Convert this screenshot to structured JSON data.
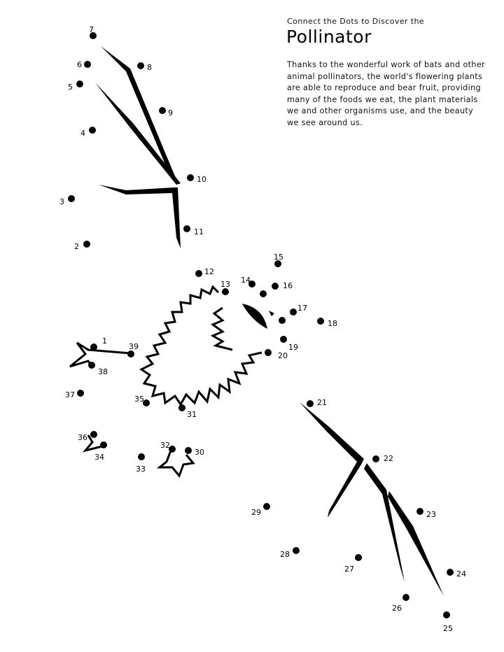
{
  "header": {
    "subtitle": "Connect the Dots to Discover the",
    "title": "Pollinator"
  },
  "blurb": "Thanks to the wonderful work of bats and other animal pollinators, the world's flowering plants are able to reproduce and bear fruit, providing many of the foods we eat, the plant materials we and other organisms use, and the beauty we see around us.",
  "dots": [
    {
      "n": "1"
    },
    {
      "n": "2"
    },
    {
      "n": "3"
    },
    {
      "n": "4"
    },
    {
      "n": "5"
    },
    {
      "n": "6"
    },
    {
      "n": "7"
    },
    {
      "n": "8"
    },
    {
      "n": "9"
    },
    {
      "n": "10"
    },
    {
      "n": "11"
    },
    {
      "n": "12"
    },
    {
      "n": "13"
    },
    {
      "n": "14"
    },
    {
      "n": "15"
    },
    {
      "n": "16"
    },
    {
      "n": "17"
    },
    {
      "n": "18"
    },
    {
      "n": "19"
    },
    {
      "n": "20"
    },
    {
      "n": "21"
    },
    {
      "n": "22"
    },
    {
      "n": "23"
    },
    {
      "n": "24"
    },
    {
      "n": "25"
    },
    {
      "n": "26"
    },
    {
      "n": "27"
    },
    {
      "n": "28"
    },
    {
      "n": "29"
    },
    {
      "n": "30"
    },
    {
      "n": "31"
    },
    {
      "n": "32"
    },
    {
      "n": "33"
    },
    {
      "n": "34"
    },
    {
      "n": "35"
    },
    {
      "n": "36"
    },
    {
      "n": "37"
    },
    {
      "n": "38"
    },
    {
      "n": "39"
    }
  ],
  "colors": {
    "ink": "#000000",
    "paper": "#ffffff"
  }
}
